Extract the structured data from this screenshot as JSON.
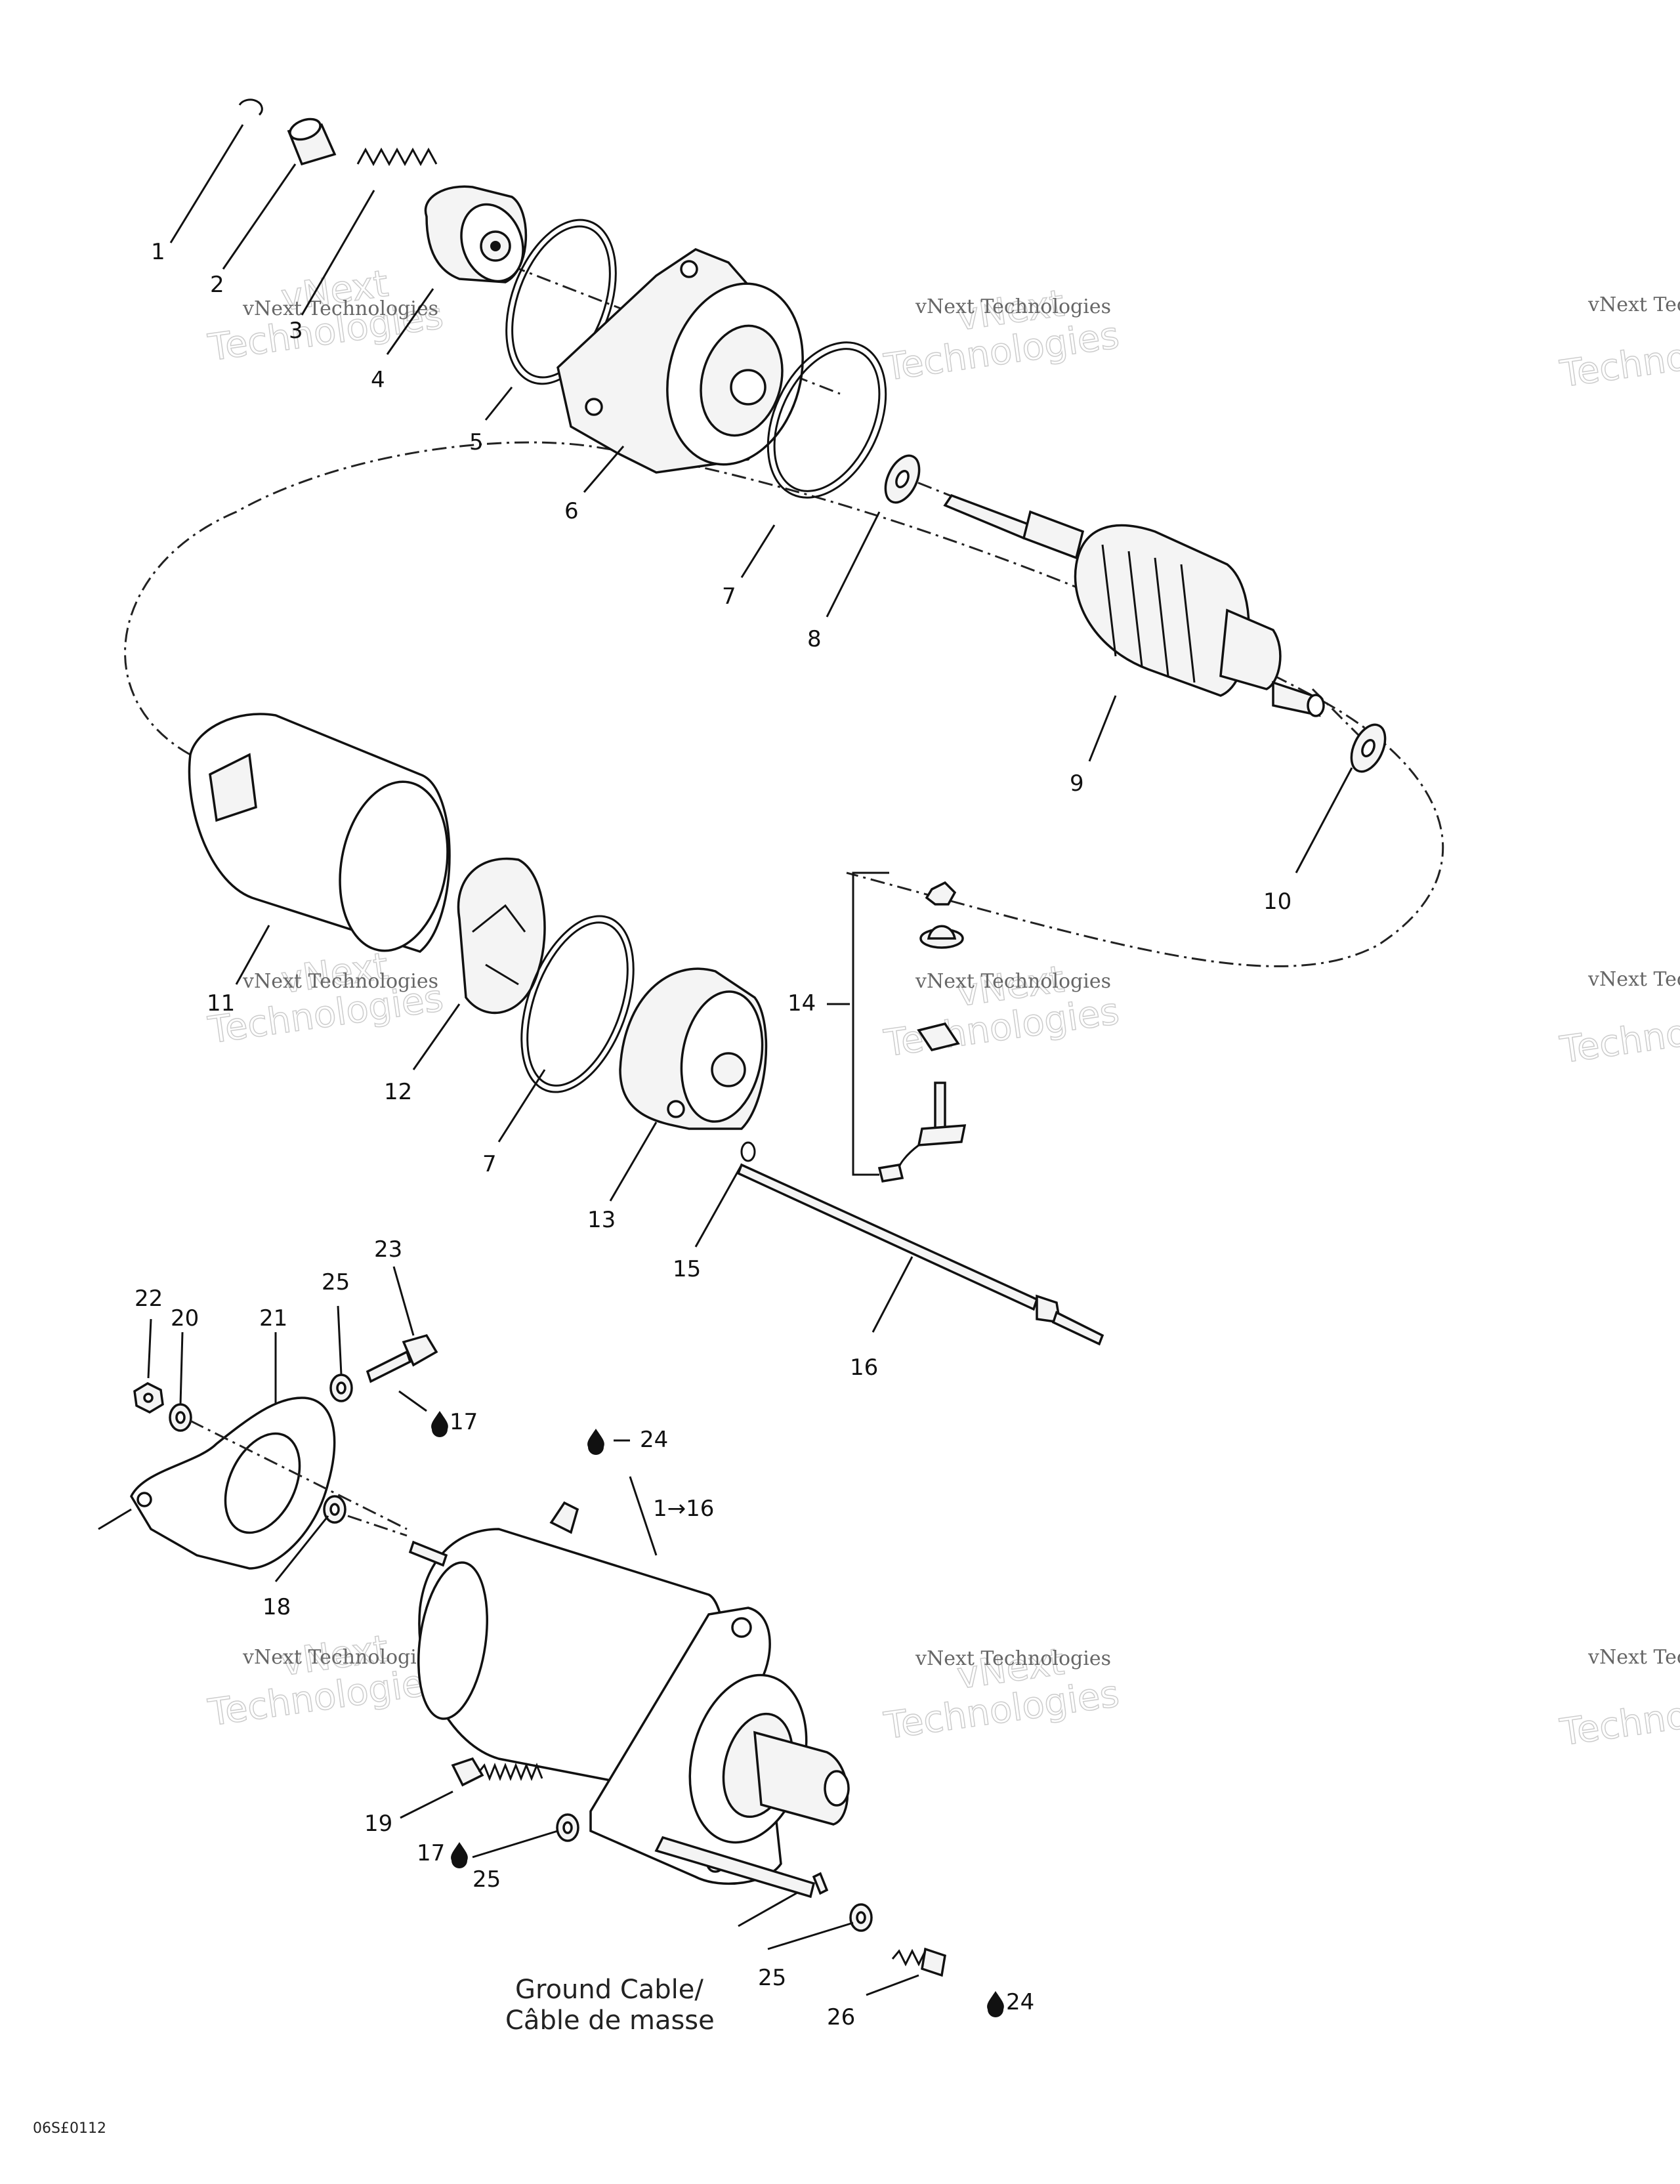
{
  "callouts": {
    "c1": "1",
    "c2": "2",
    "c3": "3",
    "c4": "4",
    "c5": "5",
    "c6": "6",
    "c7a": "7",
    "c7b": "7",
    "c8": "8",
    "c9": "9",
    "c10": "10",
    "c11": "11",
    "c12": "12",
    "c13": "13",
    "c14": "14",
    "c15": "15",
    "c16": "16",
    "c17a": "17",
    "c17b": "17",
    "c18": "18",
    "c19": "19",
    "c20": "20",
    "c21": "21",
    "c22": "22",
    "c23": "23",
    "c24a": "24",
    "c24b": "24",
    "c25a": "25",
    "c25b": "25",
    "c25c": "25",
    "c26": "26",
    "assembly": "1→16"
  },
  "caption": {
    "ground_cable_en": "Ground Cable/",
    "ground_cable_fr": "Câble de masse"
  },
  "watermark": {
    "line1": "vNext Technologies",
    "line2": "vNext",
    "line3": "Technologies"
  },
  "drawing_code": "06S£0112"
}
